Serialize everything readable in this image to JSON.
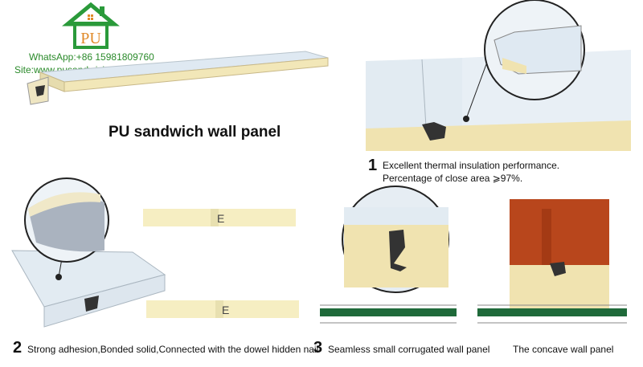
{
  "header": {
    "whatsapp": "WhatsApp:+86 15981809760",
    "site": "Site:www.pusandwichpanels.com",
    "logo_text": "PU",
    "logo_icon": "house-logo-icon"
  },
  "main_title": "PU sandwich wall panel",
  "features": [
    {
      "number": "1",
      "line1": "Excellent thermal insulation performance.",
      "line2": "Percentage  of close area ⩾97%."
    },
    {
      "number": "2",
      "text": "Strong adhesion,Bonded solid,Connected with the dowel hidden nail"
    },
    {
      "number": "3",
      "text": "Seamless small corrugated wall panel"
    },
    {
      "text": "The concave wall panel"
    }
  ],
  "colors": {
    "brand_green": "#2a9a3a",
    "foam": "#f2e7b8",
    "steel": "#dde6ee",
    "wood": "#b8461c"
  }
}
